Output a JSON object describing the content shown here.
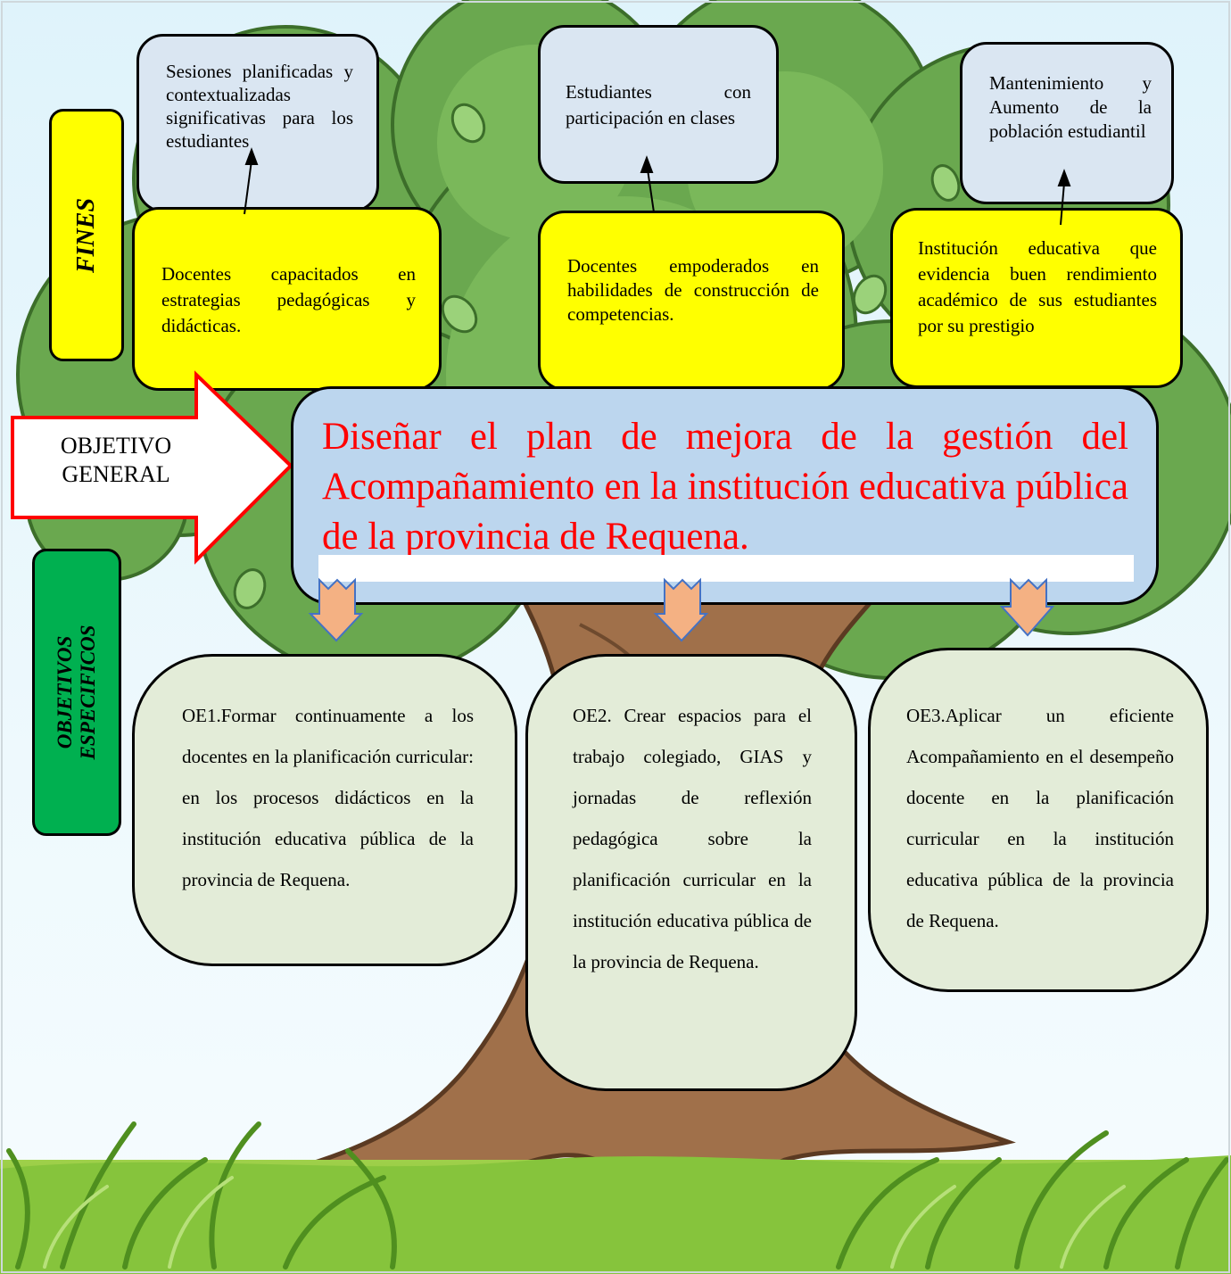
{
  "fines_label": "FINES",
  "objetivos_label": "OBJETIVOS ESPECIFICOS",
  "objetivo_general_label": "OBJETIVO GENERAL",
  "objetivo_general_text": "Diseñar el plan de mejora de la gestión del Acompañamiento en la institución educativa pública de la provincia de Requena.",
  "fines_top": [
    "Sesiones planificadas y contextualizadas significativas para los estudiantes",
    "Estudiantes con participación en clases",
    "Mantenimiento y Aumento de la población estudiantil"
  ],
  "fines_middle": [
    "Docentes capacitados en estrategias pedagógicas y didácticas.",
    "Docentes empoderados en habilidades de construcción de competencias.",
    "Institución educativa que evidencia buen rendimiento académico de sus estudiantes por su prestigio"
  ],
  "objetivos_especificos": [
    "OE1.Formar continuamente a los docentes en la planificación curricular: en los procesos didácticos en la institución educativa pública de la provincia de Requena.",
    "OE2. Crear espacios para el trabajo colegiado, GIAS y jornadas de reflexión pedagógica sobre la planificación curricular en la institución educativa pública de la provincia de Requena.",
    "OE3.Aplicar un eficiente Acompañamiento en el desempeño docente en la planificación curricular en la institución educativa pública de la provincia de Requena."
  ],
  "colors": {
    "fines_label_bg": "#ffff00",
    "objetivos_label_bg": "#00b050",
    "main_text": "#ff0000",
    "main_box_bg": "#bcd6ee",
    "down_arrows": "#f4b183",
    "big_arrow_border": "#ff0000"
  }
}
